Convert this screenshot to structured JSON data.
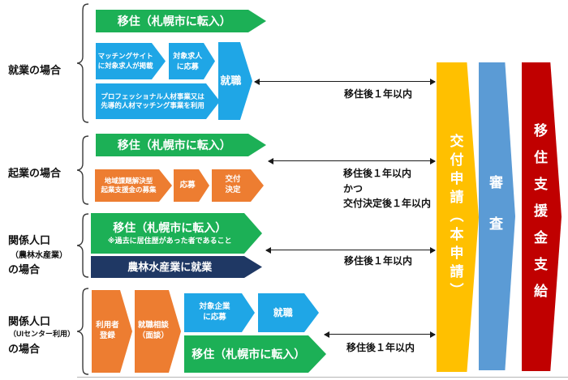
{
  "sections": [
    {
      "label": "就業の場合"
    },
    {
      "label": "起業の場合"
    },
    {
      "label": "関係人口",
      "sublabel": "（農林水産業）",
      "suffix": "の場合"
    },
    {
      "label": "関係人口",
      "sublabel": "（UIセンター利用）",
      "suffix": "の場合"
    }
  ],
  "flow": {
    "s1": {
      "migrate": "移住（札幌市に転入）",
      "matching_line1": "マッチングサイト",
      "matching_line2": "に対象求人が掲載",
      "apply_line1": "対象求人",
      "apply_line2": "に応募",
      "employment": "就職",
      "professional_line1": "プロフェッショナル人材事業又は",
      "professional_line2": "先導的人材マッチング事業を利用"
    },
    "s2": {
      "migrate": "移住（札幌市に転入）",
      "grant_line1": "地域課題解決型",
      "grant_line2": "起業支援金の募集",
      "apply": "応募",
      "decision_line1": "交付",
      "decision_line2": "決定"
    },
    "s3": {
      "migrate": "移住（札幌市に転入）",
      "migrate_note": "※過去に居住歴があった者であること",
      "agriculture": "農林水産業に就業"
    },
    "s4": {
      "register_line1": "利用者",
      "register_line2": "登録",
      "consult_line1": "就職相談",
      "consult_line2": "（面談）",
      "apply_line1": "対象企業",
      "apply_line2": "に応募",
      "employment": "就職",
      "migrate": "移住（札幌市に転入）"
    }
  },
  "timelines": {
    "t1": "移住後１年以内",
    "t2_line1": "移住後１年以内",
    "t2_line2": "かつ",
    "t2_line3": "交付決定後１年以内",
    "t3": "移住後１年以内",
    "t4": "移住後１年以内"
  },
  "columns": {
    "application": "交付申請（本申請）",
    "review": "審査",
    "payment": "移住支援金支給"
  },
  "colors": {
    "green": "#1CB056",
    "sky_blue": "#1FA6E6",
    "orange": "#ED7D31",
    "navy": "#1F3864",
    "gold": "#FFC000",
    "steel_blue": "#5B9BD5",
    "red": "#C00000"
  }
}
